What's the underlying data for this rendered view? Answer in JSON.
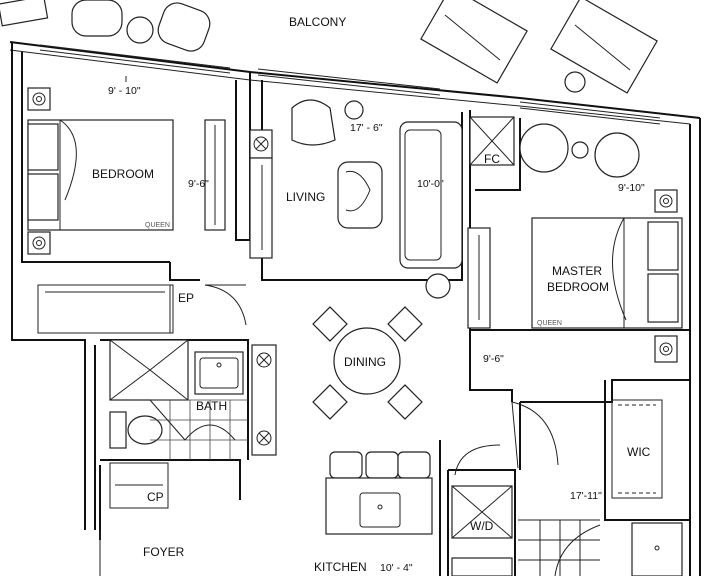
{
  "rooms": {
    "balcony": "BALCONY",
    "bedroom": "BEDROOM",
    "living": "LIVING",
    "master_bedroom_line1": "MASTER",
    "master_bedroom_line2": "BEDROOM",
    "dining": "DINING",
    "bath": "BATH",
    "wic": "WIC",
    "foyer": "FOYER",
    "kitchen": "KITCHEN",
    "fc": "FC",
    "ep": "EP",
    "cp": "CP",
    "wd": "W/D"
  },
  "bed_labels": {
    "bedroom_bed": "QUEEN",
    "master_bed": "QUEEN"
  },
  "dimensions": {
    "bedroom_width": "9' - 10\"",
    "bedroom_depth": "9'-6\"",
    "living_width": "17' - 6\"",
    "living_depth": "10'-0\"",
    "master_width": "9'-10\"",
    "master_depth": "9'-6\"",
    "wic_width": "17'-11\"",
    "kitchen_width": "10' - 4\""
  }
}
